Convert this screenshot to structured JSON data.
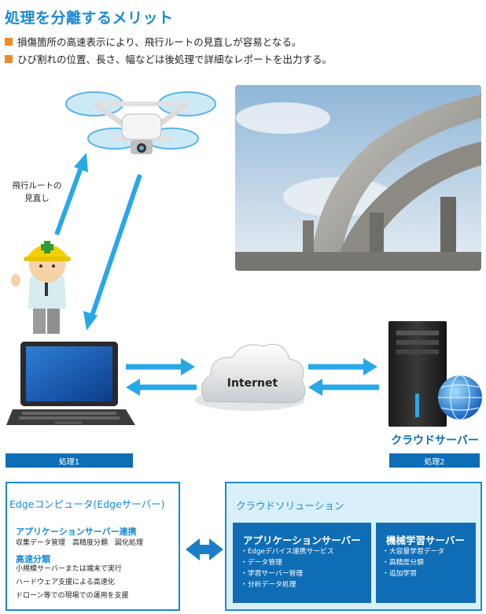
{
  "title": "処理を分離するメリット",
  "bullets": [
    "損傷箇所の高速表示により、飛行ルートの見直しが容易となる。",
    "ひび割れの位置、長さ、幅などは後処理で詳細なレポートを出力する。"
  ],
  "route_note": "飛行ルートの\n見直し",
  "cloud_label": "Internet",
  "server_label": "クラウドサーバー",
  "bar_left": "処理1",
  "bar_right": "処理2",
  "edge": {
    "title": "Edgeコンピュータ(Edgeサーバー)",
    "sub1": "アプリケーションサーバー連携",
    "line1": "収集データ管理　高精度分類　図化処理",
    "sub2": "高速分類",
    "lines2": [
      "小規模サーバーまたは端末で実行",
      "ハードウェア支援による高速化",
      "ドローン等での現場での運用を支援"
    ]
  },
  "cloud_solution": {
    "title": "クラウドソリューション",
    "app_panel": {
      "title": "アプリケーションサーバー",
      "items": [
        "Edgeデバイス連携サービス",
        "データ管理",
        "学習サーバー管理",
        "分析データ処理"
      ]
    },
    "ml_panel": {
      "title": "機械学習サーバー",
      "items": [
        "大容量学習データ",
        "高精度分類",
        "追加学習"
      ]
    }
  },
  "colors": {
    "accent_blue": "#1a8ad4",
    "dark_blue": "#0f6db5",
    "arrow_blue": "#29a8e8",
    "bullet_orange": "#f08a24",
    "light_panel": "#d9effa"
  },
  "icons": [
    "drone-icon",
    "bridge-photo",
    "worker-icon",
    "laptop-icon",
    "cloud-icon",
    "server-tower-icon",
    "globe-icon",
    "double-arrow-icon"
  ]
}
